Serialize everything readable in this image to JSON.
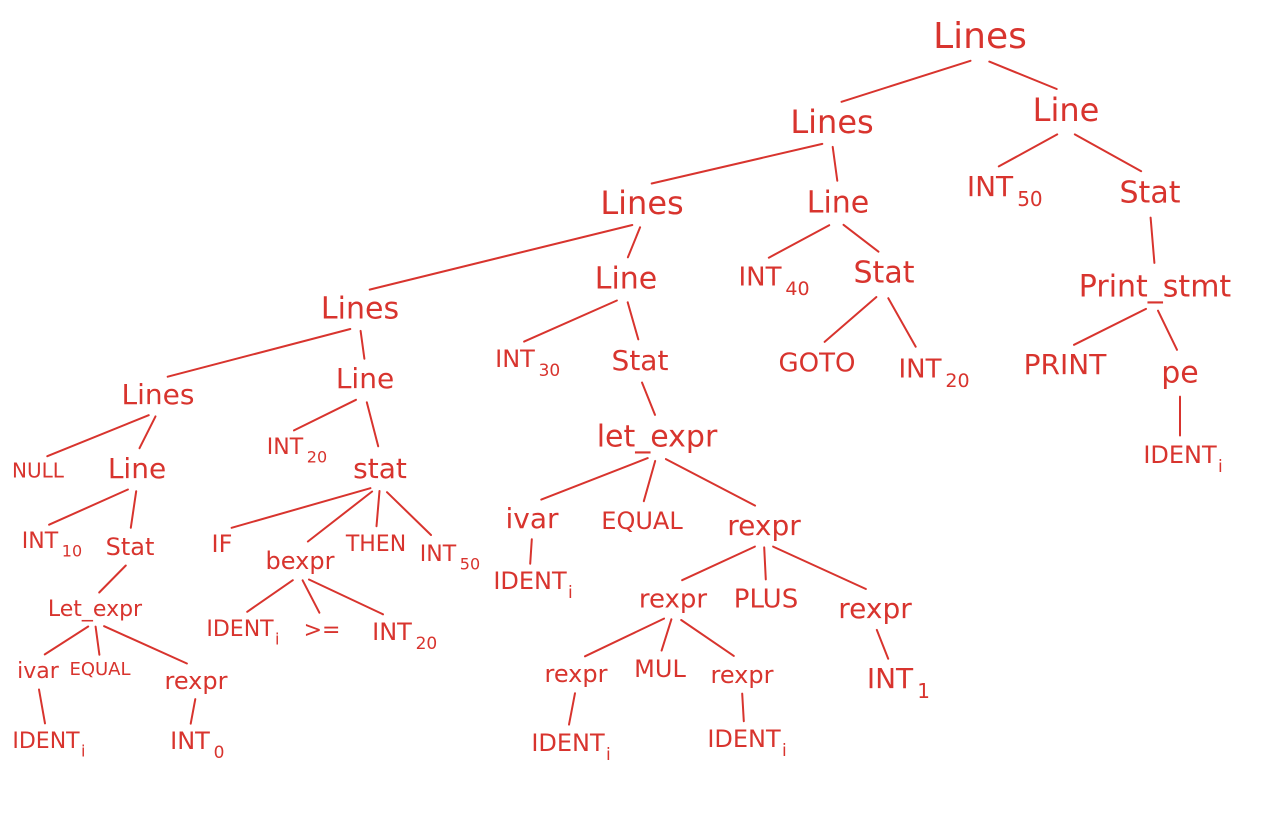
{
  "diagram": {
    "type": "parse-tree",
    "ink_color": "#d8342e",
    "background": "#ffffff",
    "nodes": [
      {
        "id": "n_root",
        "label": "Lines"
      },
      {
        "id": "n_l1",
        "label": "Lines"
      },
      {
        "id": "n_line50",
        "label": "Line"
      },
      {
        "id": "n_int50",
        "label": "INT",
        "sub": "50"
      },
      {
        "id": "n_stat50",
        "label": "Stat"
      },
      {
        "id": "n_print_stmt",
        "label": "Print_stmt"
      },
      {
        "id": "n_print",
        "label": "PRINT"
      },
      {
        "id": "n_pe",
        "label": "pe"
      },
      {
        "id": "n_ident_pe",
        "label": "IDENT",
        "sub": "i"
      },
      {
        "id": "n_l2",
        "label": "Lines"
      },
      {
        "id": "n_line40",
        "label": "Line"
      },
      {
        "id": "n_int40",
        "label": "INT",
        "sub": "40"
      },
      {
        "id": "n_stat40",
        "label": "Stat"
      },
      {
        "id": "n_goto",
        "label": "GOTO"
      },
      {
        "id": "n_int20b",
        "label": "INT",
        "sub": "20"
      },
      {
        "id": "n_l3",
        "label": "Lines"
      },
      {
        "id": "n_line30",
        "label": "Line"
      },
      {
        "id": "n_int30",
        "label": "INT",
        "sub": "30"
      },
      {
        "id": "n_stat30",
        "label": "Stat"
      },
      {
        "id": "n_let30",
        "label": "let_expr"
      },
      {
        "id": "n_ivar30",
        "label": "ivar"
      },
      {
        "id": "n_equal30",
        "label": "EQUAL"
      },
      {
        "id": "n_rexpr30",
        "label": "rexpr"
      },
      {
        "id": "n_ident30",
        "label": "IDENT",
        "sub": "i"
      },
      {
        "id": "n_rexpr_a",
        "label": "rexpr"
      },
      {
        "id": "n_plus",
        "label": "PLUS"
      },
      {
        "id": "n_rexpr_b",
        "label": "rexpr"
      },
      {
        "id": "n_rexpr_c",
        "label": "rexpr"
      },
      {
        "id": "n_mul",
        "label": "MUL"
      },
      {
        "id": "n_rexpr_d",
        "label": "rexpr"
      },
      {
        "id": "n_ident_c",
        "label": "IDENT",
        "sub": "i"
      },
      {
        "id": "n_ident_d",
        "label": "IDENT",
        "sub": "i"
      },
      {
        "id": "n_int1",
        "label": "INT",
        "sub": "1"
      },
      {
        "id": "n_l4",
        "label": "Lines"
      },
      {
        "id": "n_line20",
        "label": "Line"
      },
      {
        "id": "n_int20a",
        "label": "INT",
        "sub": "20"
      },
      {
        "id": "n_stat20",
        "label": "stat"
      },
      {
        "id": "n_if",
        "label": "IF"
      },
      {
        "id": "n_bexpr",
        "label": "bexpr"
      },
      {
        "id": "n_then",
        "label": "THEN"
      },
      {
        "id": "n_int50b",
        "label": "INT",
        "sub": "50"
      },
      {
        "id": "n_ident_b",
        "label": "IDENT",
        "sub": "i"
      },
      {
        "id": "n_ge",
        "label": ">="
      },
      {
        "id": "n_int20c",
        "label": "INT",
        "sub": "20"
      },
      {
        "id": "n_l5",
        "label": "Lines"
      },
      {
        "id": "n_null",
        "label": "NULL"
      },
      {
        "id": "n_line10",
        "label": "Line"
      },
      {
        "id": "n_int10",
        "label": "INT",
        "sub": "10"
      },
      {
        "id": "n_stat10",
        "label": "Stat"
      },
      {
        "id": "n_let10",
        "label": "Let_expr"
      },
      {
        "id": "n_ivar10",
        "label": "ivar"
      },
      {
        "id": "n_equal10",
        "label": "EQUAL"
      },
      {
        "id": "n_rexpr10",
        "label": "rexpr"
      },
      {
        "id": "n_ident10",
        "label": "IDENT",
        "sub": "i"
      },
      {
        "id": "n_int0",
        "label": "INT",
        "sub": "0"
      }
    ],
    "edges": [
      [
        "n_root",
        "n_l1"
      ],
      [
        "n_root",
        "n_line50"
      ],
      [
        "n_line50",
        "n_int50"
      ],
      [
        "n_line50",
        "n_stat50"
      ],
      [
        "n_stat50",
        "n_print_stmt"
      ],
      [
        "n_print_stmt",
        "n_print"
      ],
      [
        "n_print_stmt",
        "n_pe"
      ],
      [
        "n_pe",
        "n_ident_pe"
      ],
      [
        "n_l1",
        "n_l2"
      ],
      [
        "n_l1",
        "n_line40"
      ],
      [
        "n_line40",
        "n_int40"
      ],
      [
        "n_line40",
        "n_stat40"
      ],
      [
        "n_stat40",
        "n_goto"
      ],
      [
        "n_stat40",
        "n_int20b"
      ],
      [
        "n_l2",
        "n_l3"
      ],
      [
        "n_l2",
        "n_line30"
      ],
      [
        "n_line30",
        "n_int30"
      ],
      [
        "n_line30",
        "n_stat30"
      ],
      [
        "n_stat30",
        "n_let30"
      ],
      [
        "n_let30",
        "n_ivar30"
      ],
      [
        "n_let30",
        "n_equal30"
      ],
      [
        "n_let30",
        "n_rexpr30"
      ],
      [
        "n_ivar30",
        "n_ident30"
      ],
      [
        "n_rexpr30",
        "n_rexpr_a"
      ],
      [
        "n_rexpr30",
        "n_plus"
      ],
      [
        "n_rexpr30",
        "n_rexpr_b"
      ],
      [
        "n_rexpr_a",
        "n_rexpr_c"
      ],
      [
        "n_rexpr_a",
        "n_mul"
      ],
      [
        "n_rexpr_a",
        "n_rexpr_d"
      ],
      [
        "n_rexpr_c",
        "n_ident_c"
      ],
      [
        "n_rexpr_d",
        "n_ident_d"
      ],
      [
        "n_rexpr_b",
        "n_int1"
      ],
      [
        "n_l3",
        "n_l4"
      ],
      [
        "n_l3",
        "n_line20"
      ],
      [
        "n_line20",
        "n_int20a"
      ],
      [
        "n_line20",
        "n_stat20"
      ],
      [
        "n_stat20",
        "n_if"
      ],
      [
        "n_stat20",
        "n_bexpr"
      ],
      [
        "n_stat20",
        "n_then"
      ],
      [
        "n_stat20",
        "n_int50b"
      ],
      [
        "n_bexpr",
        "n_ident_b"
      ],
      [
        "n_bexpr",
        "n_ge"
      ],
      [
        "n_bexpr",
        "n_int20c"
      ],
      [
        "n_l4",
        "n_l5"
      ],
      [
        "n_l4",
        "n_line10"
      ],
      [
        "n_l5",
        "n_null"
      ],
      [
        "n_line10",
        "n_int10"
      ],
      [
        "n_line10",
        "n_stat10"
      ],
      [
        "n_stat10",
        "n_let10"
      ],
      [
        "n_let10",
        "n_ivar10"
      ],
      [
        "n_let10",
        "n_equal10"
      ],
      [
        "n_let10",
        "n_rexpr10"
      ],
      [
        "n_ivar10",
        "n_ident10"
      ],
      [
        "n_rexpr10",
        "n_int0"
      ]
    ]
  }
}
